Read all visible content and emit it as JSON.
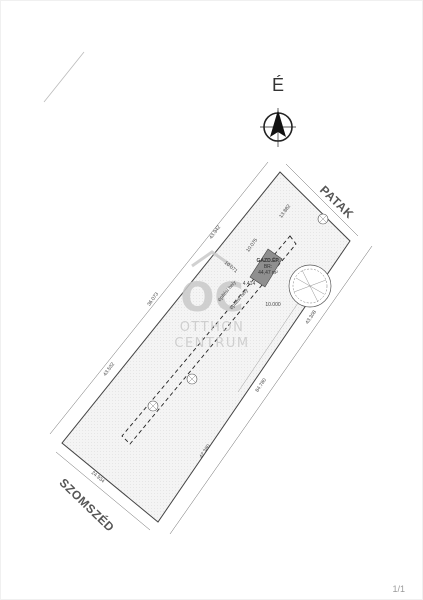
{
  "plan": {
    "north_label": "É",
    "street_labels": {
      "patak": "PATAK",
      "szomszed": "SZOMSZÉD"
    },
    "building": {
      "line1": "GAZD.ÉP.",
      "line2": "BR:",
      "line3": "44,47 m²"
    },
    "dimensions": {
      "top_length": "43.942",
      "top_width": "13.882",
      "left_upper": "36.073",
      "left_lower": "43.532",
      "bottom_width": "24.934",
      "right_lower": "42.380",
      "right_mid": "84.780",
      "right_upper": "43.308",
      "inner_top": "10.075",
      "inner_a": "10.071",
      "inner_b": "4.414",
      "inner_c": "10.000"
    },
    "inner_notes": [
      "építési hely",
      "építési hely"
    ],
    "watermark": {
      "mark": "OC",
      "line1": "OTTHON",
      "line2": "CENTRUM"
    },
    "page_indicator": "1/1"
  },
  "colors": {
    "line": "#4a4a4a",
    "hatch": "#e9e9e9",
    "building": "#8f8f8f",
    "watermark": "#c9c9c9"
  }
}
